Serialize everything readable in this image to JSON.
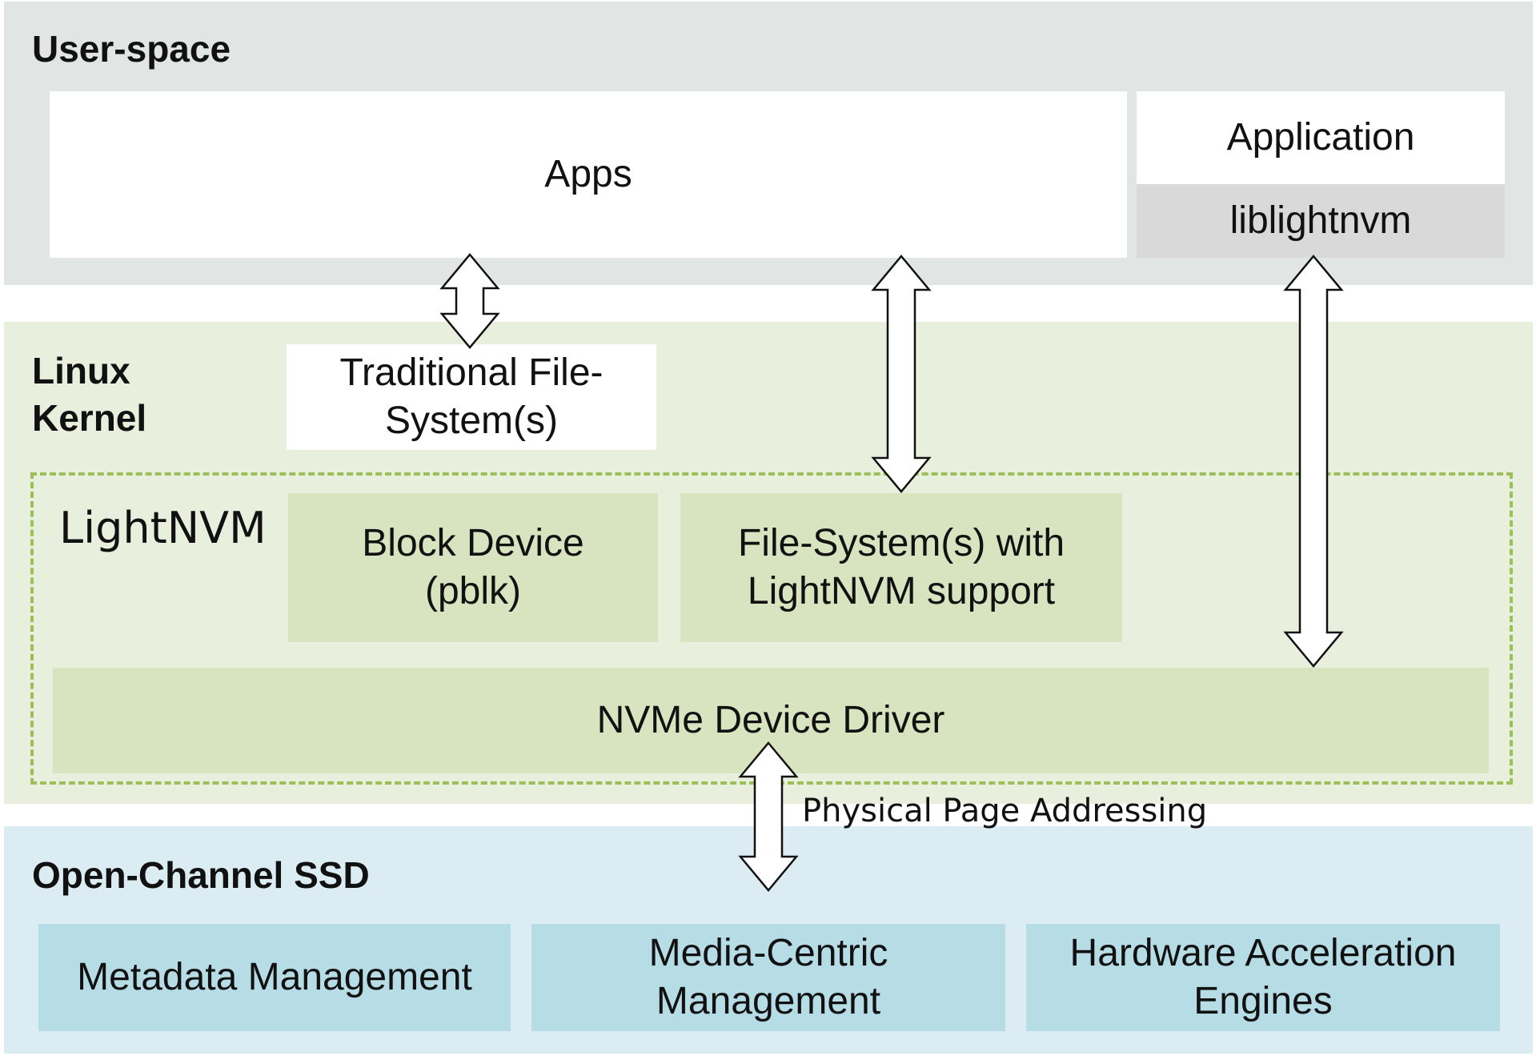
{
  "layers": {
    "user_space": {
      "label": "User-space",
      "color": "#e1e5e3"
    },
    "kernel": {
      "label": "Linux\nKernel",
      "color": "#e8efdd"
    },
    "ssd": {
      "label": "Open-Channel SSD",
      "color": "#dbedf2"
    }
  },
  "user_space": {
    "apps": "Apps",
    "application": "Application",
    "liblightnvm": "liblightnvm"
  },
  "kernel": {
    "traditional_fs": "Traditional File-\nSystem(s)",
    "lightnvm_label": "LightNVM",
    "block_device": "Block Device\n(pblk)",
    "lightnvm_fs": "File-System(s) with\nLightNVM support",
    "nvme_driver": "NVMe Device Driver"
  },
  "interface_label": "Physical Page Addressing",
  "ssd": {
    "metadata": "Metadata Management",
    "media": "Media-Centric\nManagement",
    "hw_accel": "Hardware Acceleration\nEngines"
  },
  "colors": {
    "kernel_block": "#d8e3bf",
    "ssd_block": "#b6dce6",
    "lib_block": "#d9d9d9",
    "dashed_border": "#9bc05a"
  }
}
